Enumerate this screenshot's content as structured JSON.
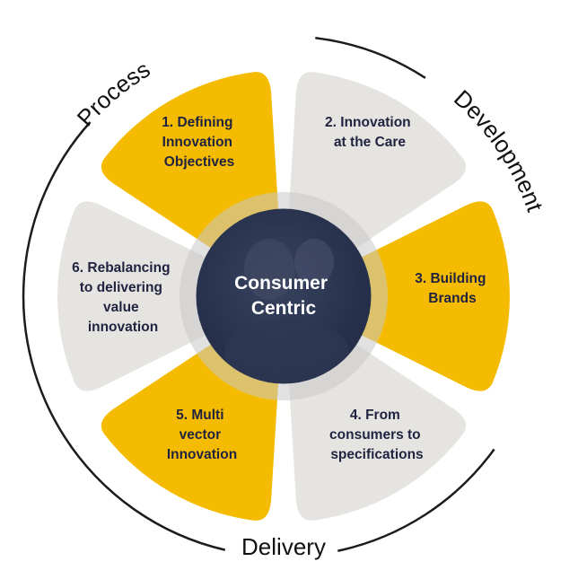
{
  "ring_labels": {
    "top_left": "Process",
    "top_right": "Development",
    "bottom": "Delivery"
  },
  "center": {
    "lines": [
      "Consumer",
      "Centric"
    ]
  },
  "segments": [
    {
      "lines": [
        "1. Defining",
        "Innovation",
        "Objectives"
      ],
      "color": "#f5bb00"
    },
    {
      "lines": [
        "2. Innovation",
        "at the Care"
      ],
      "color": "#e6e4e1"
    },
    {
      "lines": [
        "3. Building",
        "Brands"
      ],
      "color": "#f5bb00"
    },
    {
      "lines": [
        "4. From",
        "consumers to",
        "specifications"
      ],
      "color": "#e6e4e1"
    },
    {
      "lines": [
        "5. Multi",
        "vector",
        "Innovation"
      ],
      "color": "#f5bb00"
    },
    {
      "lines": [
        "6. Rebalancing",
        "to delivering",
        "value",
        "innovation"
      ],
      "color": "#e6e4e1"
    }
  ],
  "colors": {
    "yellow": "#f5bb00",
    "gray": "#e6e4e1",
    "ring": "#1c1c1c",
    "center": "#2a3450"
  }
}
